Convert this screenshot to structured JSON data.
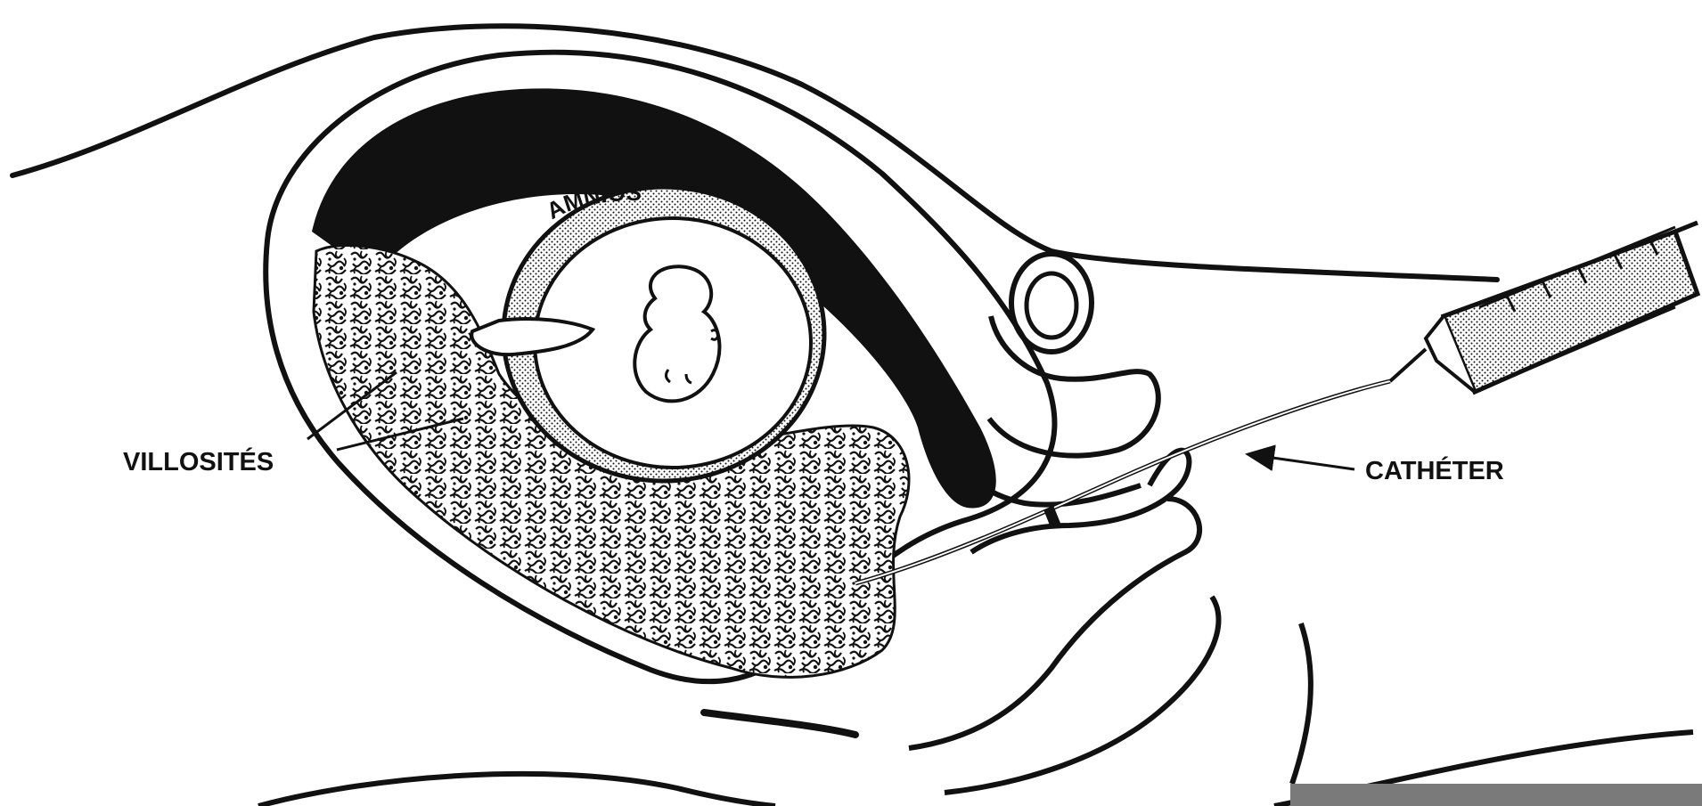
{
  "labels": {
    "villosites": "VILLOSITÉS",
    "catheter": "CATHÉTER",
    "amnios": "AMNIOS"
  },
  "colors": {
    "ink": "#111111",
    "paper": "#ffffff",
    "corner_bar": "#7a7a7a"
  },
  "icons": {
    "syringe": "syringe-icon",
    "uterus": "uterus-icon",
    "fetus": "fetus-icon"
  }
}
